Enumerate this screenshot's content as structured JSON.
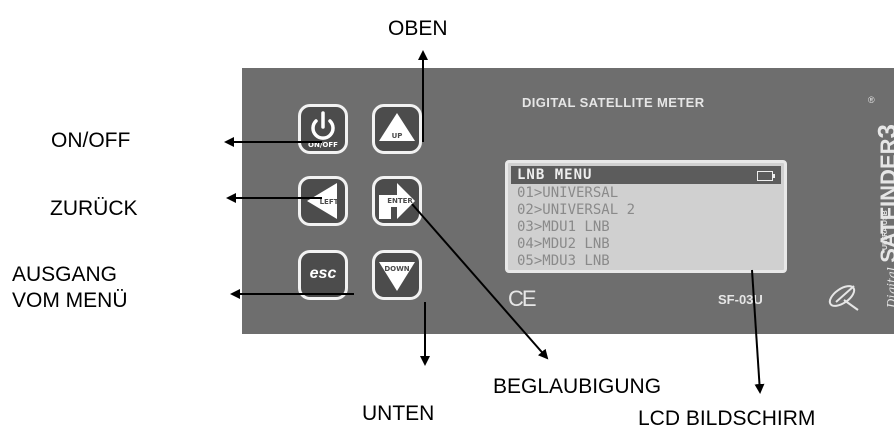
{
  "callouts": {
    "up": "OBEN",
    "on_off": "ON/OFF",
    "back": "ZURÜCK",
    "exit_line1": "AUSGANG",
    "exit_line2": "VOM MENÜ",
    "down": "UNTEN",
    "confirm": "BEGLAUBIGUNG",
    "lcd": "LCD BILDSCHIRM"
  },
  "device": {
    "title": "DIGITAL SATELLITE METER",
    "model": "SF-03U",
    "ce_mark": "CE",
    "brand_digital": "Digital",
    "brand_name": "SATFINDER",
    "brand_number": "3",
    "brand_sub": "ULTRA USB",
    "registered": "®"
  },
  "buttons": {
    "on_off": "ON/OFF",
    "up": "UP",
    "left": "LEFT",
    "enter": "ENTER",
    "esc": "esc",
    "down": "DOWN"
  },
  "lcd": {
    "header": "LNB MENU",
    "items": [
      "01>UNIVERSAL",
      "02>UNIVERSAL 2",
      "03>MDU1 LNB",
      "04>MDU2 LNB",
      "05>MDU3 LNB"
    ]
  },
  "colors": {
    "panel": "#6e6e6e",
    "button": "#4c4c4c",
    "lcd_bg": "#d0d0d0",
    "lcd_text": "#8a8a8a",
    "arrow": "#000000"
  }
}
